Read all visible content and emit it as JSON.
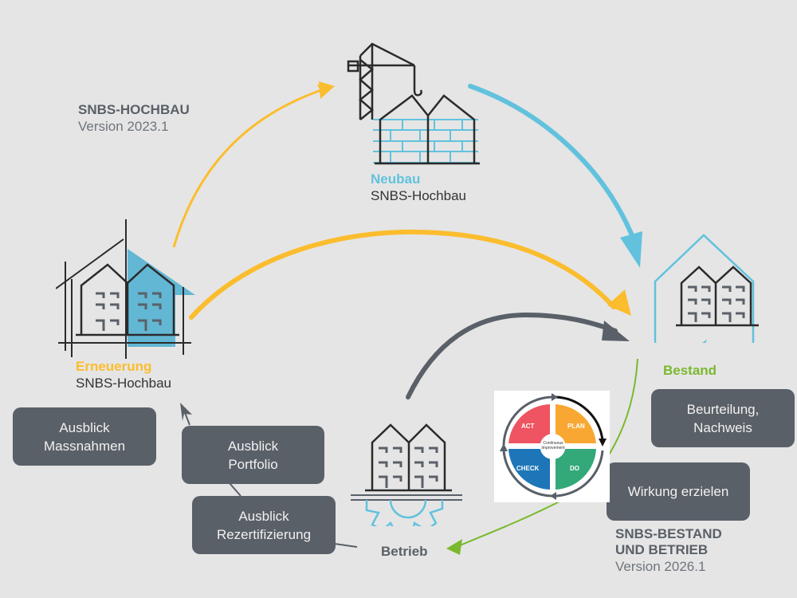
{
  "colors": {
    "background": "#e5e5e5",
    "yellow": "#fbbd2e",
    "blue": "#62c2dd",
    "green": "#7ab92e",
    "dark_gray": "#5a6068",
    "line_black": "#2b2b2b"
  },
  "hochbau_header": {
    "title": "SNBS-HOCHBAU",
    "version": "Version 2023.1"
  },
  "bestand_header": {
    "title_line1": "SNBS-BESTAND",
    "title_line2": "UND BETRIEB",
    "version": "Version 2026.1"
  },
  "nodes": {
    "neubau": {
      "title": "Neubau",
      "subtitle": "SNBS-Hochbau",
      "icon": "crane-building-icon"
    },
    "erneuerung": {
      "title": "Erneuerung",
      "subtitle": "SNBS-Hochbau",
      "icon": "renovation-building-icon"
    },
    "bestand": {
      "title": "Bestand",
      "icon": "existing-building-icon"
    },
    "betrieb": {
      "title": "Betrieb",
      "icon": "building-gear-icon"
    }
  },
  "boxes": {
    "massnahmen": {
      "line1": "Ausblick",
      "line2": "Massnahmen"
    },
    "portfolio": {
      "line1": "Ausblick",
      "line2": "Portfolio"
    },
    "rezertifizierung": {
      "line1": "Ausblick",
      "line2": "Rezertifizierung"
    },
    "beurteilung": {
      "line1": "Beurteilung,",
      "line2": "Nachweis"
    },
    "wirkung": {
      "line1": "Wirkung erzielen"
    }
  },
  "pdca": {
    "act": "ACT",
    "plan": "PLAN",
    "check": "CHECK",
    "do": "DO",
    "center_line1": "Continuous",
    "center_line2": "Improvement",
    "colors": {
      "act": "#ee5461",
      "plan": "#f8a832",
      "check": "#1d76b8",
      "do": "#33a878"
    }
  }
}
